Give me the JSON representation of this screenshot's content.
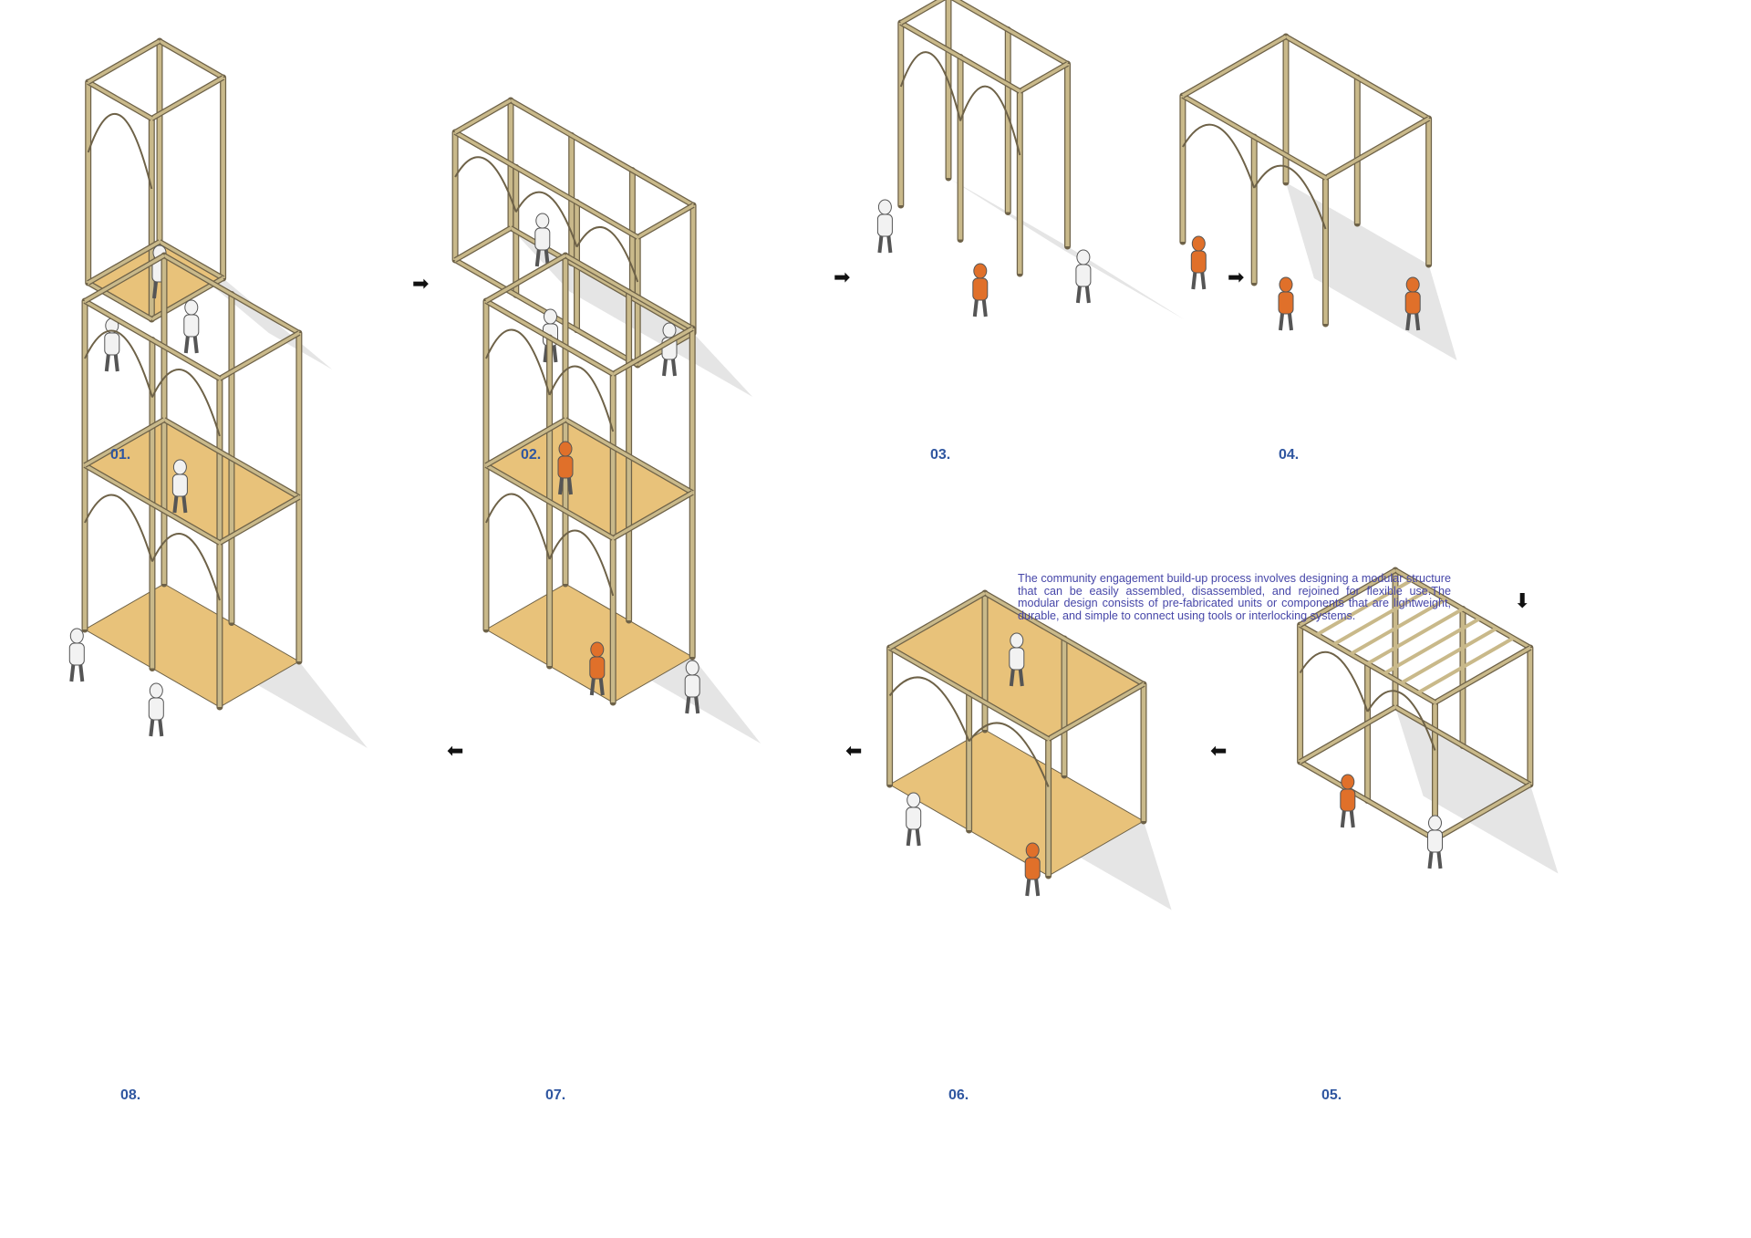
{
  "steps": [
    {
      "label": "01."
    },
    {
      "label": "02."
    },
    {
      "label": "03."
    },
    {
      "label": "04."
    },
    {
      "label": "05."
    },
    {
      "label": "06."
    },
    {
      "label": "07."
    },
    {
      "label": "08."
    }
  ],
  "description": "The community engagement build-up process involves designing a modular structure that can be easily assembled, disassembled, and rejoined for flexible use.The modular design consists of pre-fabricated units or components that are lightweight, durable, and simple to connect using tools or interlocking systems.",
  "arrows": {
    "right": "➡",
    "down": "⬇",
    "left": "⬅"
  },
  "colors": {
    "label": "#2f56a0",
    "description": "#4646a8",
    "timber": "#c9b98a",
    "timber_edge": "#6e6248",
    "plywood": "#e8c27a",
    "shadow": "#d4d4d4"
  }
}
